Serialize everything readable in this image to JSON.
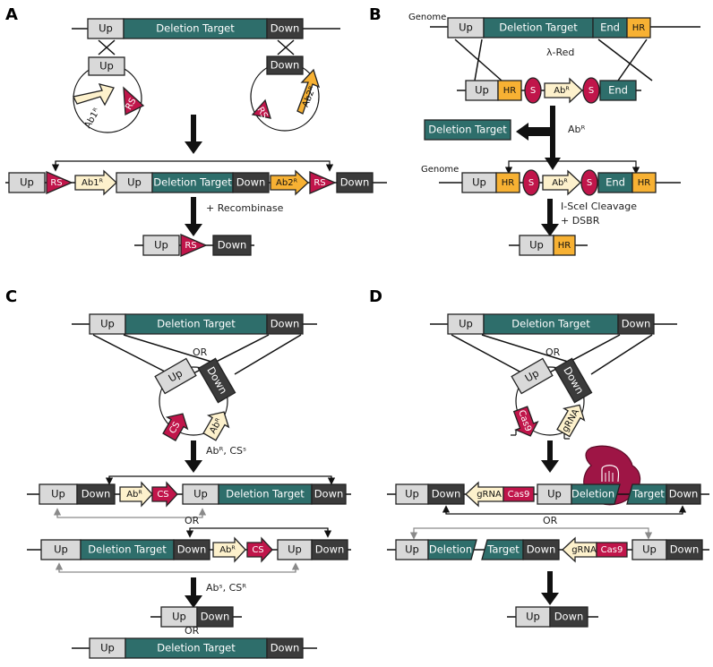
{
  "panels": {
    "a": "A",
    "b": "B",
    "c": "C",
    "d": "D"
  },
  "labels": {
    "up": "Up",
    "down": "Down",
    "deletion_target": "Deletion Target",
    "deletion": "Deletion",
    "target": "Target",
    "end": "End",
    "hr": "HR",
    "rs": "RS",
    "s": "S",
    "cs": "CS",
    "ab1r": "Ab1ᴿ",
    "ab2r": "Ab2ᴿ",
    "abr": "Abᴿ",
    "grna": "gRNA",
    "cas9": "Cas9",
    "genome": "Genome",
    "or": "OR"
  },
  "notes": {
    "recombinase": "+ Recombinase",
    "lambda_red": "λ-Red",
    "abr_select": "Abᴿ",
    "isce1": "I-SceI Cleavage",
    "dsbr": "+ DSBR",
    "abr_css": "Abᴿ, CSˢ",
    "abs_csr": "Abˢ, CSᴿ"
  },
  "colors": {
    "up": "#d9d9d9",
    "down": "#3b3b3b",
    "target": "#2e6e6b",
    "homology_region": "#f7b133",
    "resistance": "#fdf1cc",
    "recombinase_site": "#c0154a"
  },
  "icons": {
    "cas9_protein": "cas9-protein-icon",
    "process_arrow": "down-arrow-icon"
  }
}
